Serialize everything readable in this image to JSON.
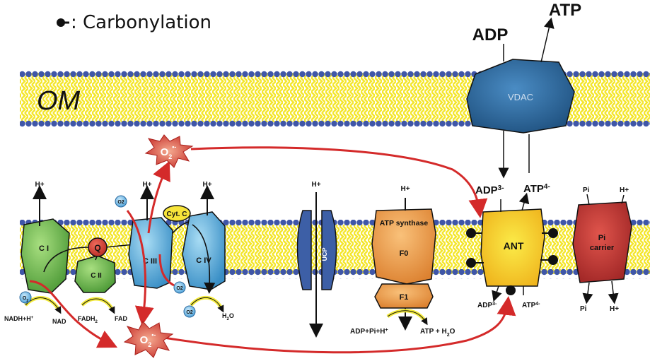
{
  "legend": {
    "label": ": Carbonylation"
  },
  "membranes": {
    "outer_label": "OM"
  },
  "vdac": {
    "label": "VDAC",
    "top_in": "ADP",
    "top_out": "ATP"
  },
  "ant": {
    "label": "ANT",
    "adp_top": "ADP",
    "adp_top_charge": "3-",
    "atp_top": "ATP",
    "atp_top_charge": "4-",
    "adp_bottom": "ADP",
    "adp_bottom_charge": "3-",
    "atp_bottom": "ATP",
    "atp_bottom_charge": "4-"
  },
  "pi_carrier": {
    "line1": "Pi",
    "line2": "carrier",
    "pi_top": "Pi",
    "h_top": "H+",
    "pi_bottom": "Pi",
    "h_bottom": "H+"
  },
  "complexes": {
    "c1": "C I",
    "c2": "C II",
    "c3": "C III",
    "c4": "C IV",
    "q": "Q",
    "cytc": "Cyt. C"
  },
  "protons": {
    "c1": "H+",
    "c3": "H+",
    "c4": "H+",
    "ucp": "H+",
    "atp_synthase": "H+"
  },
  "ucp": {
    "label": "UCP"
  },
  "atp_synthase": {
    "title": "ATP synthase",
    "f0": "F0",
    "f1": "F1",
    "substrates": "ADP+Pi+H",
    "substrates_sup": "+",
    "products": "ATP + H",
    "products_sub": "2",
    "products_tail": "O"
  },
  "substrates": {
    "nadh": "NADH+H",
    "nadh_sup": "+",
    "nad": "NAD",
    "fadh": "FADH",
    "fadh_sub": "2",
    "fad": "FAD",
    "o2_c4": "O2",
    "h2o": "H",
    "h2o_sub": "2",
    "h2o_tail": "O",
    "o2_c1": "O",
    "o2_c1_sub": "2",
    "o2_c3_top": "O2",
    "o2_c3_side": "O2"
  },
  "superoxide": {
    "top_main": "O",
    "top_sub": "2",
    "top_sup": "•-",
    "bottom_main": "O",
    "bottom_sub": "2",
    "bottom_sup": "•-"
  },
  "colors": {
    "lipid_head": "#3f56a8",
    "lipid_tail": "#f4e62c",
    "ros_arrow": "#d42a2a",
    "c1": "#6dbb4a",
    "c3": "#5ab0dd",
    "vdac": "#2d6fa8",
    "ant": "#f7d820",
    "pi": "#c23432",
    "atp_synthase": "#f0a34a",
    "ucp": "#3d5fa6"
  }
}
